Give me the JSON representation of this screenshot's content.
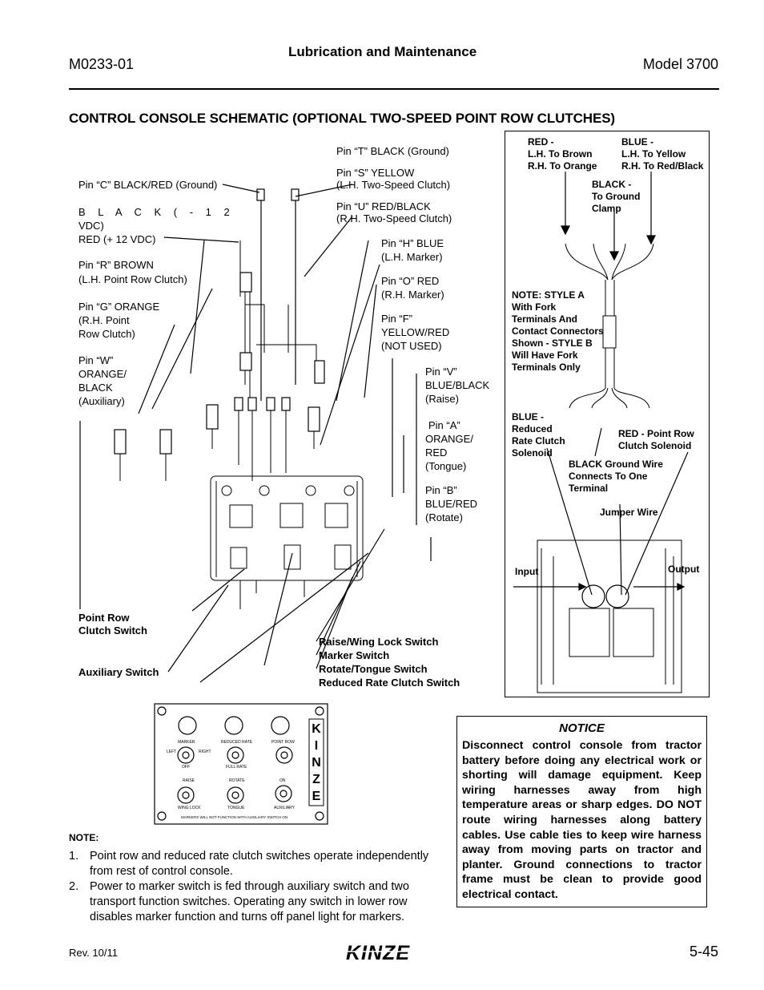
{
  "header": {
    "doc_number": "M0233-01",
    "section": "Lubrication and Maintenance",
    "model": "Model 3700"
  },
  "title": "CONTROL CONSOLE SCHEMATIC (OPTIONAL TWO-SPEED POINT ROW CLUTCHES)",
  "schematic": {
    "pin_t": "Pin “T” BLACK (Ground)",
    "pin_c": "Pin “C” BLACK/RED (Ground)",
    "pin_s_1": "Pin “S” YELLOW",
    "pin_s_2": "(L.H. Two-Speed Clutch)",
    "black_1": "B L A C K ( - 1 2",
    "black_2": "VDC)",
    "red_12": "RED (+ 12 VDC)",
    "pin_u_1": "Pin “U” RED/BLACK",
    "pin_u_2": "(R.H. Two-Speed Clutch)",
    "pin_h_1": "Pin “H” BLUE",
    "pin_h_2": "(L.H. Marker)",
    "pin_r_1": "Pin “R” BROWN",
    "pin_r_2": "(L.H. Point Row Clutch)",
    "pin_o_1": "Pin “O” RED",
    "pin_o_2": "(R.H. Marker)",
    "pin_g_1": "Pin “G” ORANGE",
    "pin_g_2": "(R.H. Point",
    "pin_g_3": "Row Clutch)",
    "pin_f_1": "Pin “F”",
    "pin_f_2": "YELLOW/RED",
    "pin_f_3": "(NOT USED)",
    "pin_w_1": "Pin “W”",
    "pin_w_2": "ORANGE/",
    "pin_w_3": "BLACK",
    "pin_w_4": "(Auxiliary)",
    "pin_v_1": "Pin “V”",
    "pin_v_2": "BLUE/BLACK",
    "pin_v_3": "(Raise)",
    "pin_a_1": "Pin “A”",
    "pin_a_2": "ORANGE/",
    "pin_a_3": "RED",
    "pin_a_4": "(Tongue)",
    "pin_b_1": "Pin “B”",
    "pin_b_2": "BLUE/RED",
    "pin_b_3": "(Rotate)",
    "point_row_1": "Point Row",
    "point_row_2": "Clutch Switch",
    "auxiliary_switch": "Auxiliary Switch",
    "raise_wing": "Raise/Wing Lock Switch",
    "marker_switch": "Marker Switch",
    "rotate_tongue": "Rotate/Tongue Switch",
    "reduced_rate": "Reduced Rate Clutch Switch"
  },
  "harness": {
    "red_1": "RED -",
    "red_2": "L.H. To Brown",
    "red_3": "R.H. To Orange",
    "blue_1": "BLUE -",
    "blue_2": "L.H. To Yellow",
    "blue_3": "R.H. To Red/Black",
    "black_1": "BLACK -",
    "black_2": "To Ground",
    "black_3": "Clamp",
    "note_1": "NOTE: STYLE A",
    "note_2": "With Fork",
    "note_3": "Terminals And",
    "note_4": "Contact Connectors",
    "note_5": "Shown - STYLE B",
    "note_6": "Will Have Fork",
    "note_7": "Terminals Only",
    "blue_r_1": "BLUE -",
    "blue_r_2": "Reduced",
    "blue_r_3": "Rate Clutch",
    "blue_r_4": "Solenoid",
    "red_p_1": "RED - Point Row",
    "red_p_2": "Clutch Solenoid",
    "bgw_1": "BLACK Ground Wire",
    "bgw_2": "Connects To One",
    "bgw_3": "Terminal",
    "jumper": "Jumper Wire",
    "input": "Input",
    "output": "Output"
  },
  "panel": {
    "marker": "MARKER",
    "left": "LEFT",
    "right": "RIGHT",
    "off": "OFF",
    "reduced_rate": "REDUCED RATE",
    "full_rate": "FULL RATE",
    "point_row": "POINT ROW",
    "raise": "RAISE",
    "wing_lock": "WING LOCK",
    "rotate": "ROTATE",
    "tongue": "TONGUE",
    "on": "ON",
    "auxiliary": "AUXILIARY",
    "brand_letters": [
      "K",
      "I",
      "N",
      "Z",
      "E"
    ],
    "panel_note": "MARKERS WILL NOT FUNCTION WITH AUXILIARY SWITCH ON"
  },
  "notice": {
    "title": "NOTICE",
    "body": "Disconnect control console from tractor battery before doing any electrical work or shorting will damage equipment. Keep wiring harnesses away from high temperature areas or sharp edges. DO NOT route wiring harnesses along battery cables. Use cable ties to keep wire harness away from moving parts on tractor and planter. Ground connections to tractor frame must be clean to provide good electrical contact."
  },
  "notes": {
    "head": "NOTE:",
    "items": [
      {
        "num": "1.",
        "text": "Point row and reduced rate clutch switches operate independently from rest of control console."
      },
      {
        "num": "2.",
        "text": "Power to marker switch is fed through auxiliary switch and two transport function switches. Operating any switch in lower row disables marker function and turns off panel light for markers."
      }
    ]
  },
  "footer": {
    "rev": "Rev. 10/11",
    "logo": "KINZE",
    "page": "5-45"
  }
}
